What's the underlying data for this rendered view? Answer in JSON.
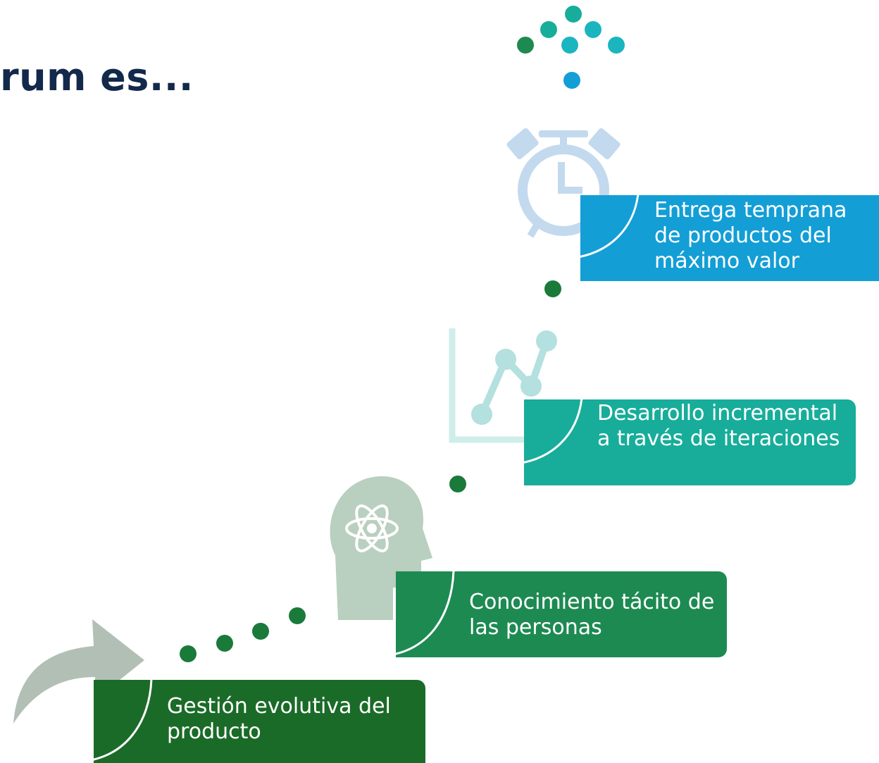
{
  "title": "rum es...",
  "steps": [
    {
      "label": "Gestión evolutiva del producto",
      "color": "#1b6b28",
      "icon": "curved-arrow-icon"
    },
    {
      "label": "Conocimiento tácito de las personas",
      "color": "#1d8a52",
      "icon": "head-atom-icon"
    },
    {
      "label": "Desarrollo incremental a través de iteraciones",
      "color": "#17ad9a",
      "icon": "line-chart-icon"
    },
    {
      "label": "Entrega temprana de productos del máximo valor",
      "color": "#139ed6",
      "icon": "stopwatch-icon"
    }
  ],
  "colors": {
    "title": "#13294b",
    "dots_green": "#1a7a3a",
    "icon_gray": "#b9c7bb",
    "icon_teal": "#b4e0df",
    "icon_blue": "#c3d9ee",
    "logo_dots": [
      "#1d8a52",
      "#17ad9a",
      "#1bb5c0",
      "#139ed6"
    ]
  }
}
